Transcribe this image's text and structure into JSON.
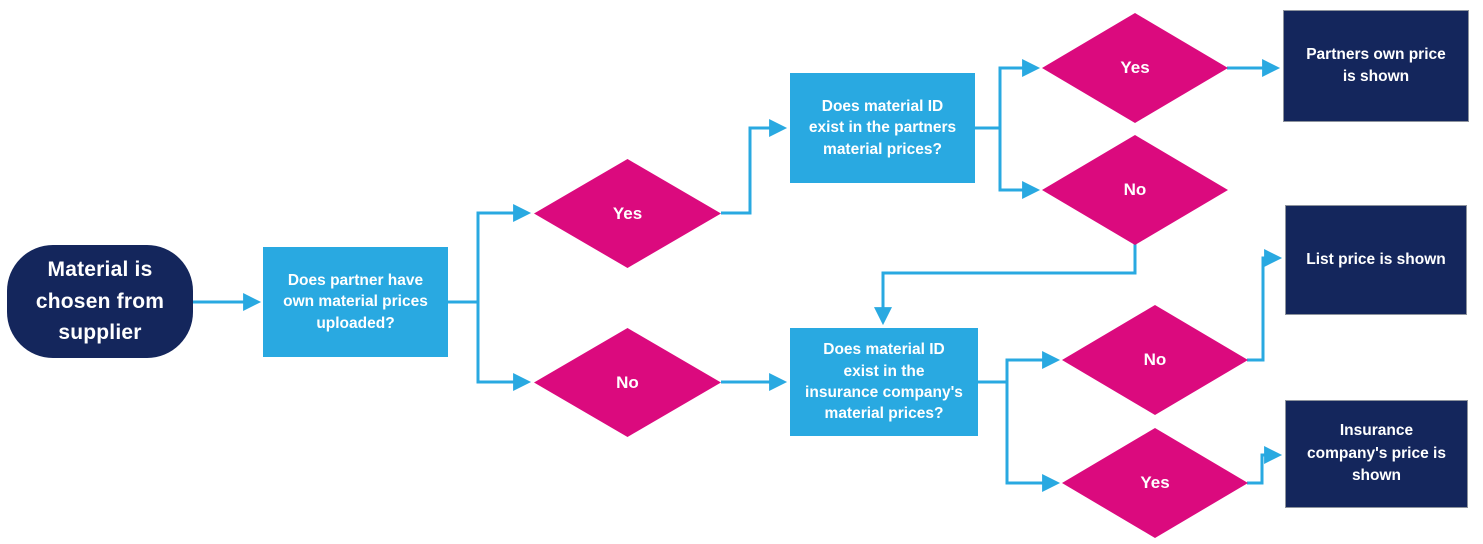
{
  "diagram": {
    "colors": {
      "navy": "#14265C",
      "blue": "#29A9E1",
      "pink": "#DB0A7E",
      "text": "#FFFFFF"
    },
    "nodes": {
      "start": {
        "label": "Material is\nchosen from\nsupplier"
      },
      "q1": {
        "label": "Does partner have\nown material prices\nuploaded?"
      },
      "d1_yes": {
        "label": "Yes"
      },
      "d1_no": {
        "label": "No"
      },
      "q2": {
        "label": "Does material ID\nexist in the partners\nmaterial prices?"
      },
      "d2_yes": {
        "label": "Yes"
      },
      "d2_no": {
        "label": "No"
      },
      "out_partner": {
        "label": "Partners own price\nis shown"
      },
      "q3": {
        "label": "Does material ID\nexist in the\ninsurance company's\nmaterial prices?"
      },
      "d3_no": {
        "label": "No"
      },
      "d3_yes": {
        "label": "Yes"
      },
      "out_list": {
        "label": "List price is shown"
      },
      "out_insurance": {
        "label": "Insurance\ncompany's price is\nshown"
      }
    },
    "edges": [
      {
        "from": "start",
        "to": "q1"
      },
      {
        "from": "q1",
        "to": "d1_yes"
      },
      {
        "from": "q1",
        "to": "d1_no"
      },
      {
        "from": "d1_yes",
        "to": "q2"
      },
      {
        "from": "d1_no",
        "to": "q3"
      },
      {
        "from": "q2",
        "to": "d2_yes"
      },
      {
        "from": "q2",
        "to": "d2_no"
      },
      {
        "from": "d2_yes",
        "to": "out_partner"
      },
      {
        "from": "d2_no",
        "to": "q3"
      },
      {
        "from": "q3",
        "to": "d3_no"
      },
      {
        "from": "q3",
        "to": "d3_yes"
      },
      {
        "from": "d3_no",
        "to": "out_list"
      },
      {
        "from": "d3_yes",
        "to": "out_insurance"
      }
    ]
  }
}
